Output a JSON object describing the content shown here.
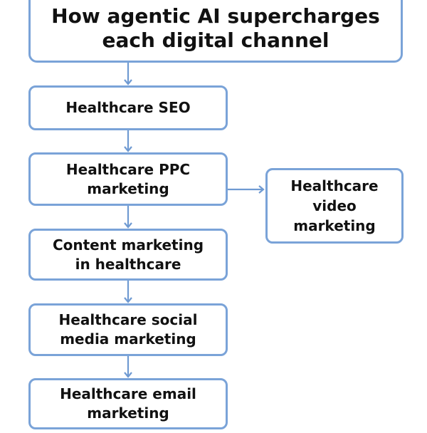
{
  "diagram": {
    "title": "How agentic AI supercharges\neach digital channel",
    "steps": [
      "Healthcare SEO",
      "Healthcare PPC\nmarketing",
      "Content marketing\nin healthcare",
      "Healthcare social\nmedia marketing",
      "Healthcare email\nmarketing"
    ],
    "side_node": "Healthcare\nvideo\nmarketing",
    "colors": {
      "border": "#7aa3d8",
      "arrow": "#6f9ad2",
      "text": "#111111"
    }
  }
}
